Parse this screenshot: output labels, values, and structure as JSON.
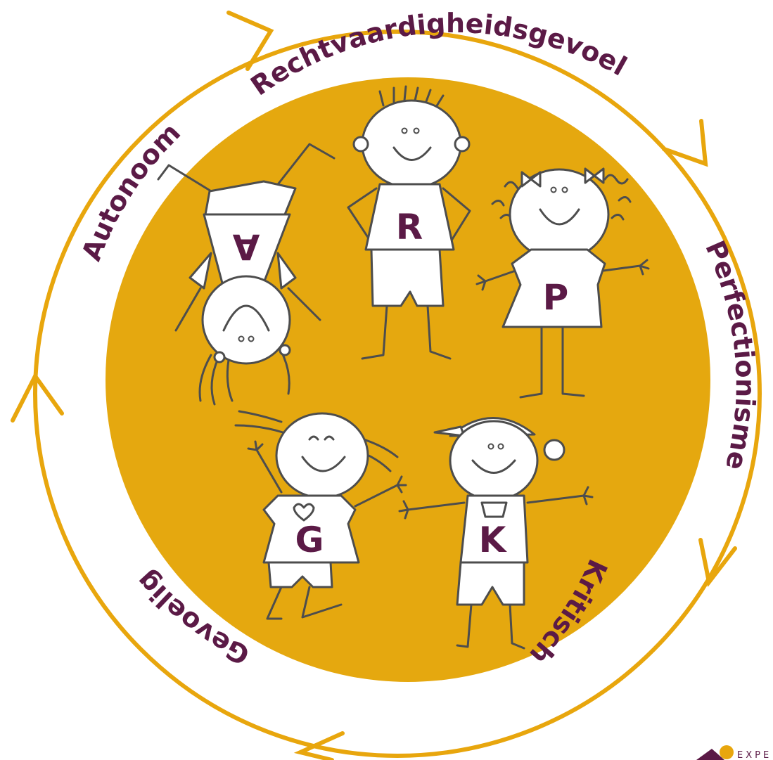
{
  "colors": {
    "ring": "#e8a60d",
    "disc": "#e5a80f",
    "label": "#5b1a46",
    "line": "#4d4d4d"
  },
  "ring_labels": [
    "Rechtvaardigheidsgevoel",
    "Perfectionisme",
    "Kritisch",
    "Gevoelig",
    "Autonoom"
  ],
  "characters": [
    {
      "letter": "A",
      "icon": "upside-down-girl-figure"
    },
    {
      "letter": "R",
      "icon": "boy-hands-on-hips-figure"
    },
    {
      "letter": "P",
      "icon": "curly-hair-girl-figure"
    },
    {
      "letter": "G",
      "icon": "jumping-girl-heart-figure"
    },
    {
      "letter": "K",
      "icon": "boy-with-cap-figure"
    }
  ],
  "brand": {
    "text": "EXPE",
    "icon": "brand-logo-icon"
  }
}
